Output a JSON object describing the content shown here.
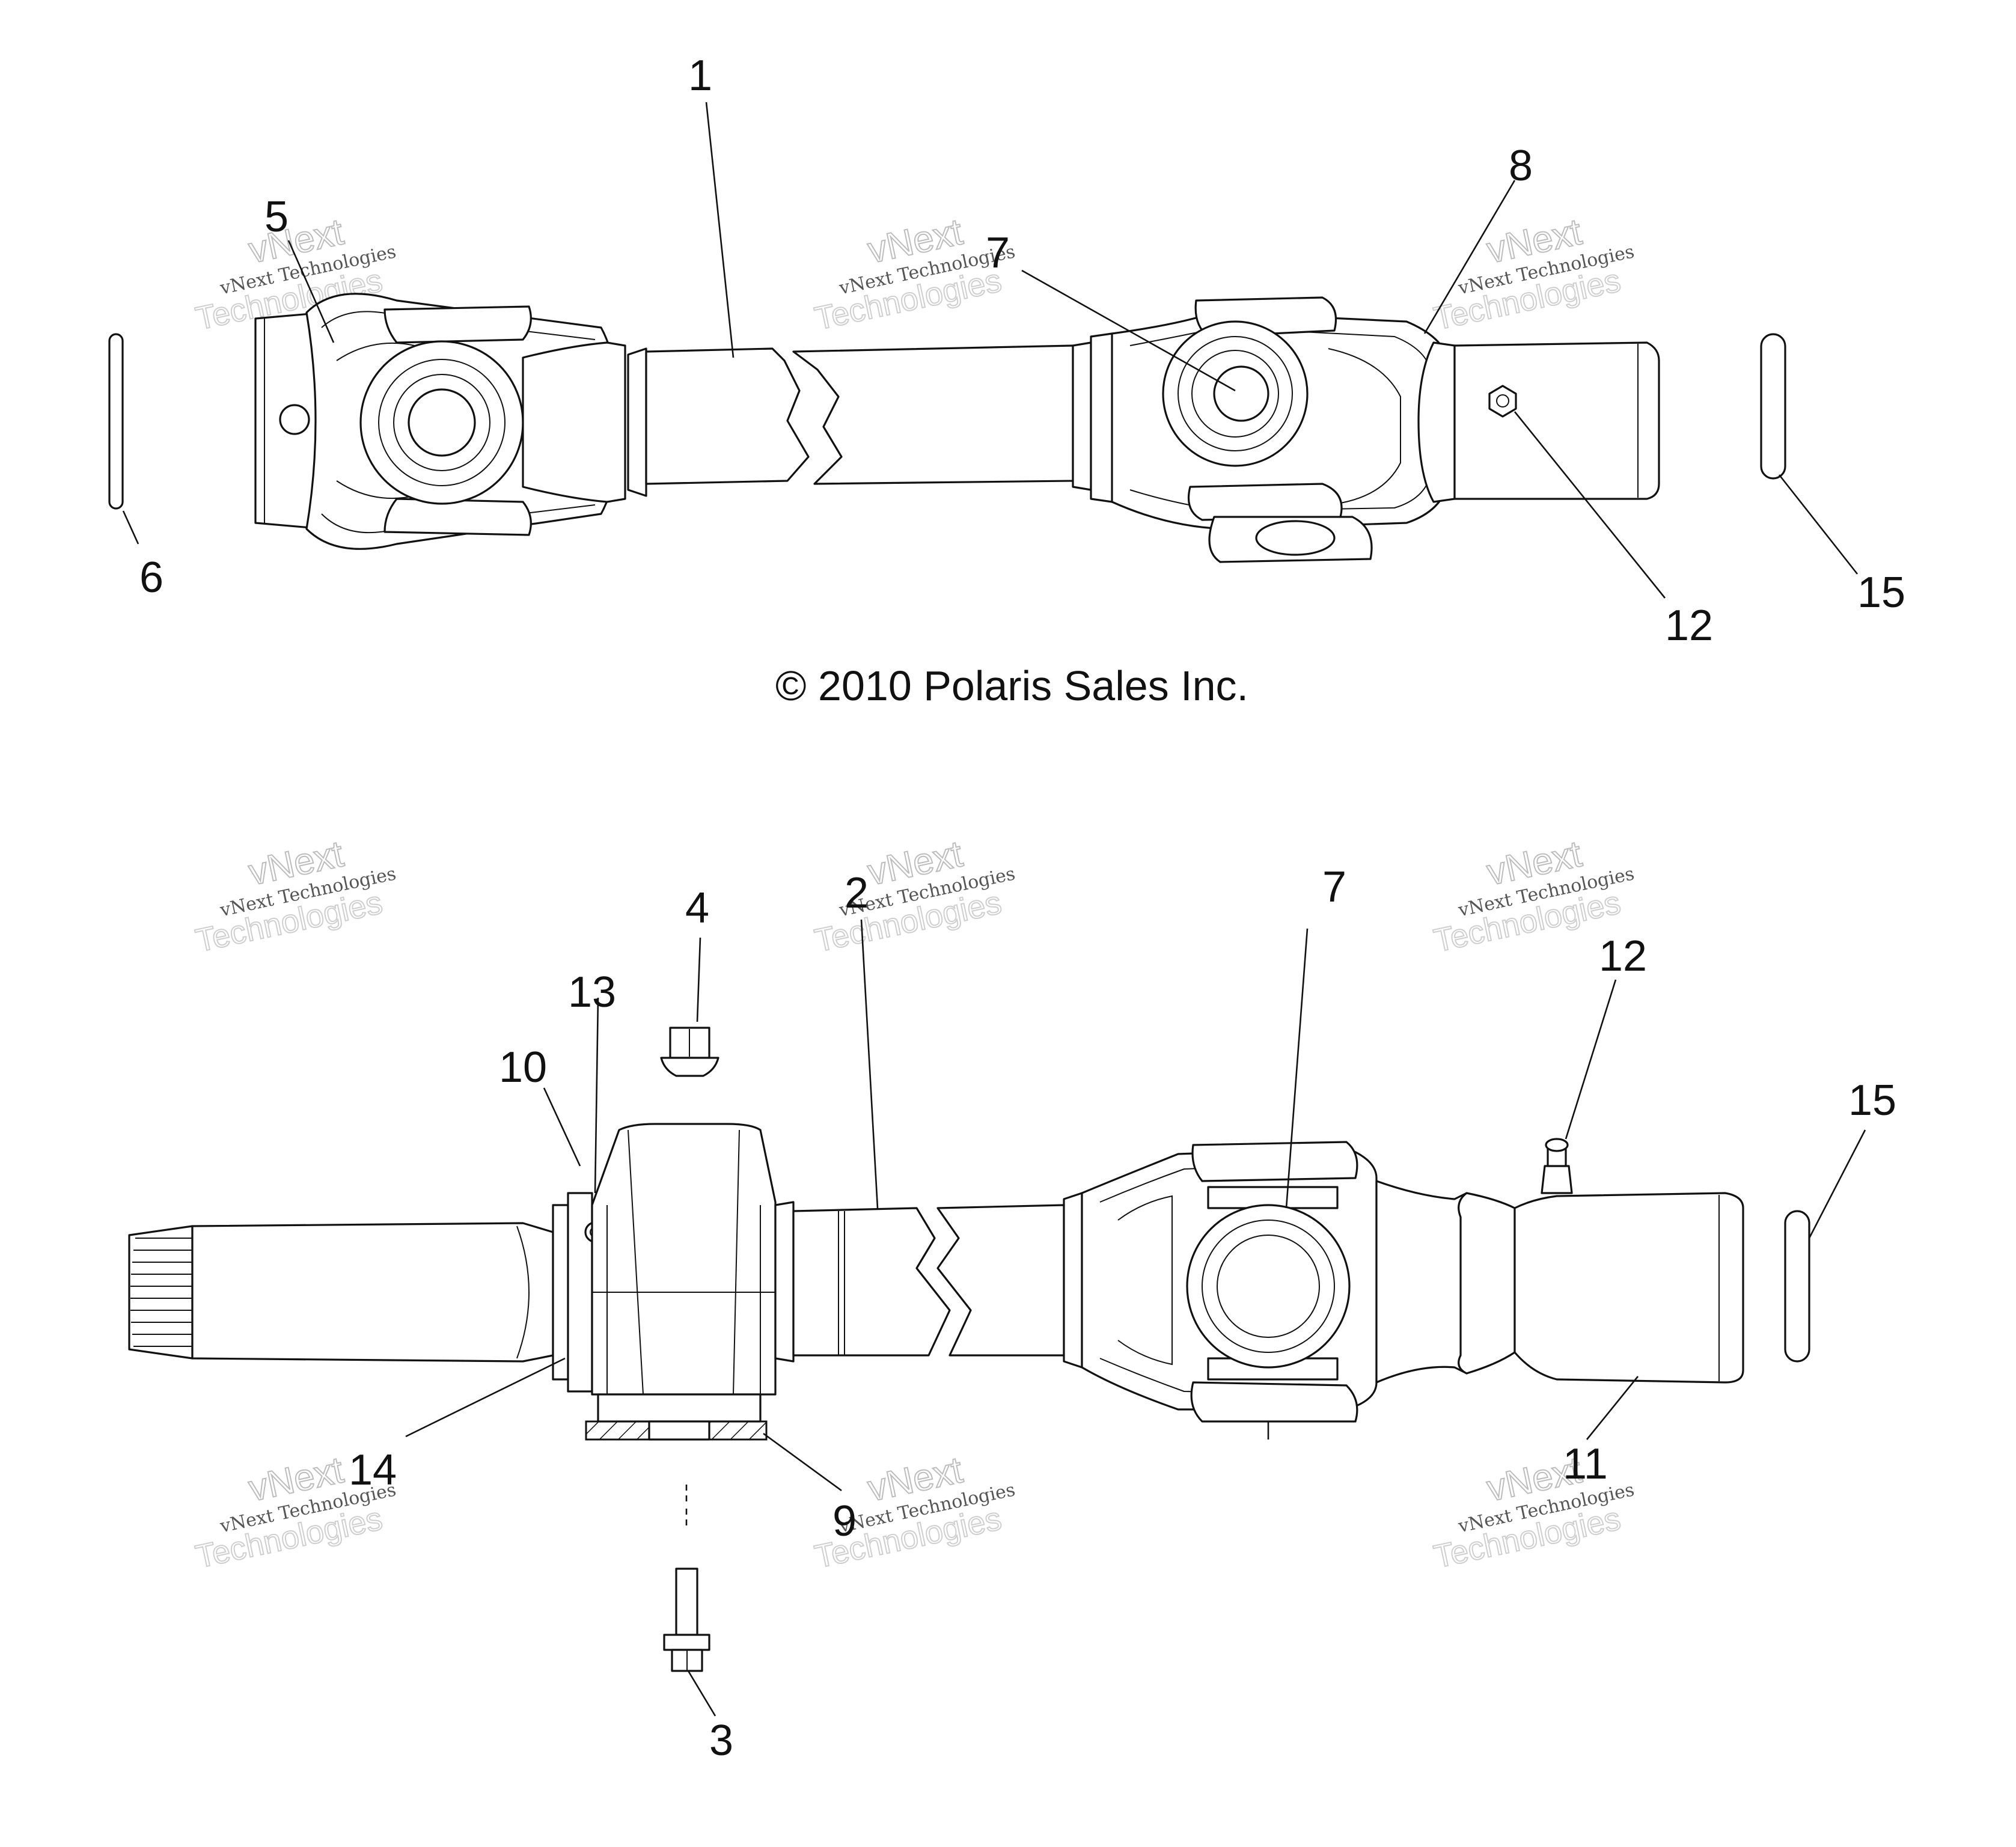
{
  "diagram": {
    "copyright": "© 2010 Polaris Sales Inc.",
    "watermark": {
      "small": "vNext Technologies",
      "large_top": "vNext",
      "large_bottom": "Technologies"
    },
    "callouts": {
      "top": [
        "1",
        "5",
        "6",
        "7",
        "8",
        "12",
        "15"
      ],
      "bottom": [
        "2",
        "3",
        "4",
        "7",
        "9",
        "10",
        "11",
        "12",
        "13",
        "14",
        "15"
      ]
    }
  }
}
